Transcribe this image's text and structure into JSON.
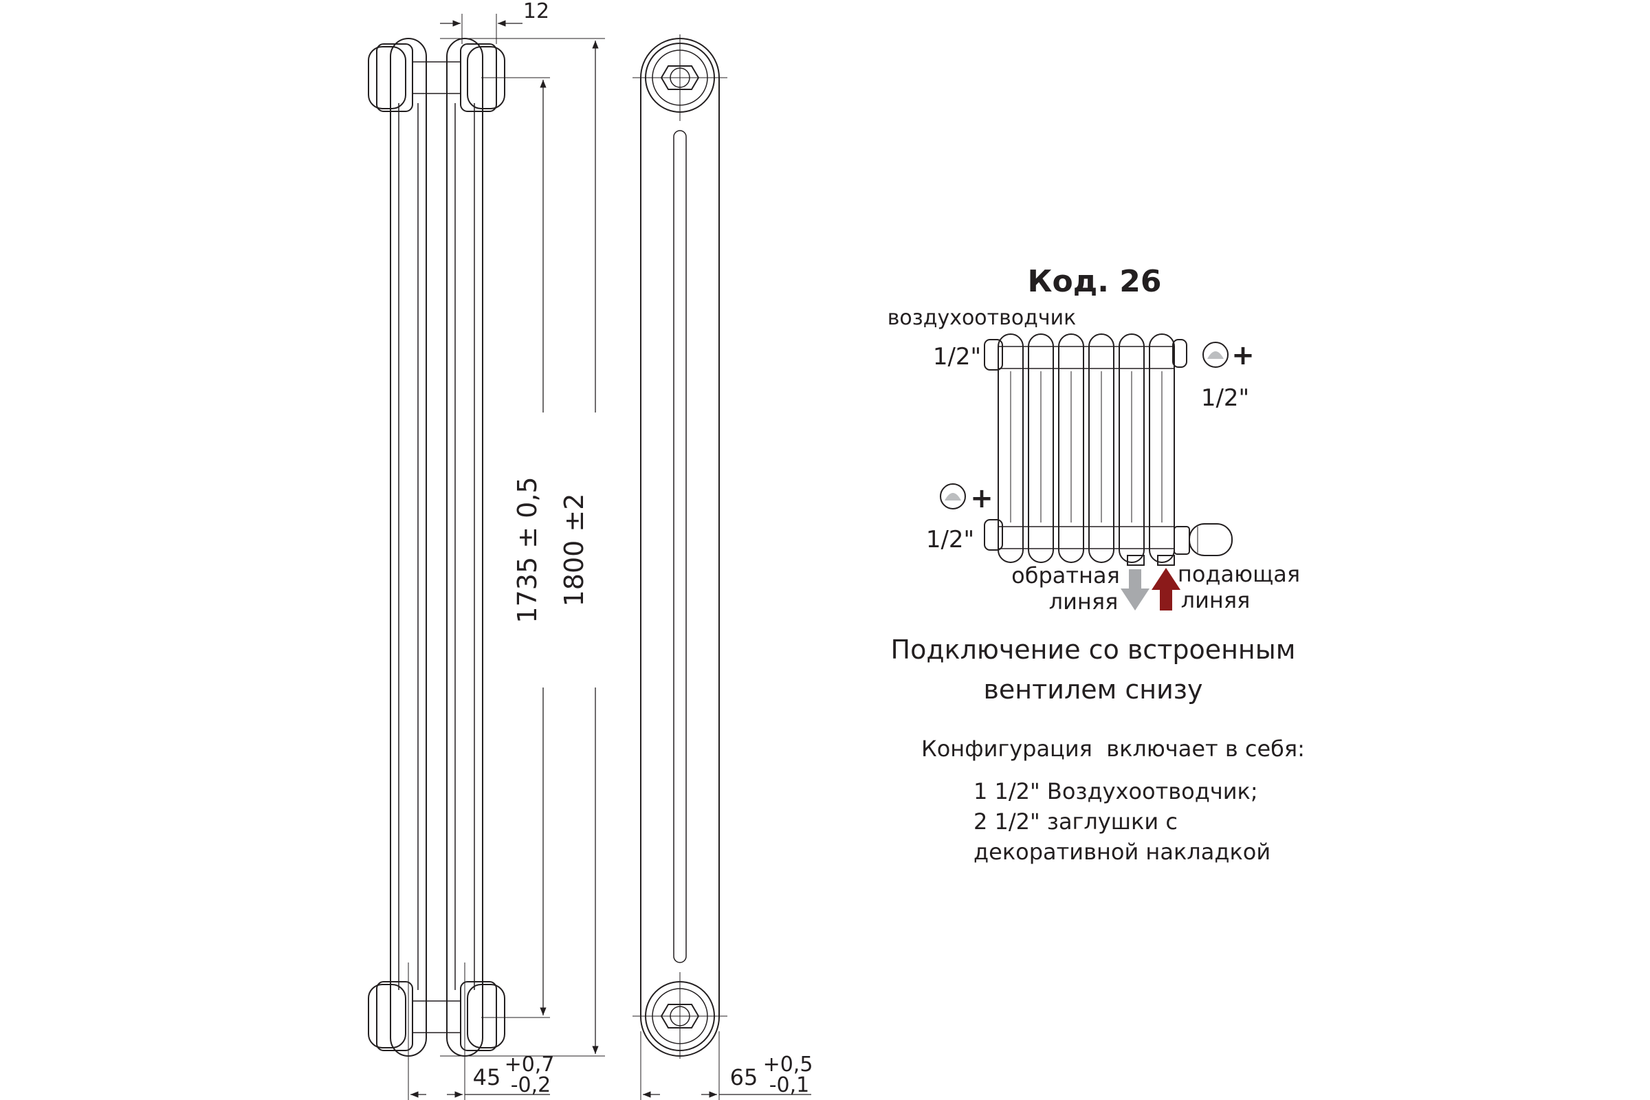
{
  "dimensions": {
    "top_offset": "12",
    "axis_distance": "1735 ± 0,5",
    "total_height": "1800 ±2",
    "tube_width_value": "45",
    "tube_width_tol_upper": "+0,7",
    "tube_width_tol_lower": "-0,2",
    "depth_value": "65",
    "depth_tol_upper": "+0,5",
    "depth_tol_lower": "-0,1"
  },
  "scheme": {
    "code_title": "Код. 26",
    "air_vent_label": "воздухоотводчик",
    "air_vent_size": "1/2\"",
    "top_right_plus": "+",
    "top_right_size": "1/2\"",
    "bottom_left_plus": "+",
    "bottom_left_size": "1/2\"",
    "return_line_1": "обратная",
    "return_line_2": "линяя",
    "supply_line_1": "подающая",
    "supply_line_2": "линяя",
    "return_arrow_color": "#a7a9ac",
    "supply_arrow_color": "#8b1a1a"
  },
  "caption": {
    "line1": "Подключение со встроенным",
    "line2": "вентилем снизу"
  },
  "configuration": {
    "heading": "Конфигурация  включает в себя:",
    "items": [
      "1 1/2\" Воздухоотводчик;",
      "2 1/2\" заглушки с",
      "декоративной накладкой"
    ]
  }
}
